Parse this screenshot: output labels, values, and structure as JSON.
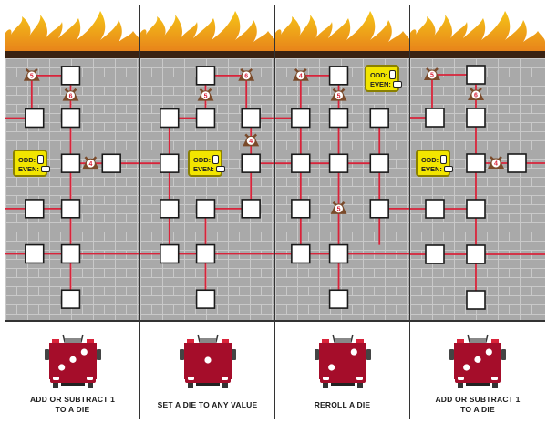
{
  "colors": {
    "wall": "#a9a9a9",
    "mortar": "#c9c9c9",
    "path": "#d9233a",
    "ledge": "#3a2212",
    "fire_top": "#f5c518",
    "fire_bottom": "#e8841a",
    "truck": "#a50d2a",
    "badge": "#f2e500",
    "bell": "#7a4a2a"
  },
  "badge": {
    "odd_label": "ODD:",
    "even_label": "EVEN:",
    "odd_icon": "vertical-die-icon",
    "even_icon": "horizontal-die-icon"
  },
  "cards": [
    {
      "id": "card-1",
      "action": [
        "ADD OR SUBTRACT 1",
        "TO A DIE"
      ],
      "truck_pips": 3,
      "bells": [
        {
          "value": "5"
        },
        {
          "value": "6"
        },
        {
          "value": "4"
        }
      ]
    },
    {
      "id": "card-2",
      "action": [
        "SET A DIE TO ANY VALUE"
      ],
      "truck_pips": 1,
      "bells": [
        {
          "value": "5"
        },
        {
          "value": "6"
        },
        {
          "value": "4"
        }
      ]
    },
    {
      "id": "card-3",
      "action": [
        "REROLL A DIE"
      ],
      "truck_pips": 2,
      "bells": [
        {
          "value": "4"
        },
        {
          "value": "5"
        },
        {
          "value": "5"
        }
      ]
    },
    {
      "id": "card-4",
      "action": [
        "ADD OR SUBTRACT 1",
        "TO A DIE"
      ],
      "truck_pips": 3,
      "bells": [
        {
          "value": "5"
        },
        {
          "value": "6"
        },
        {
          "value": "4"
        }
      ]
    }
  ]
}
